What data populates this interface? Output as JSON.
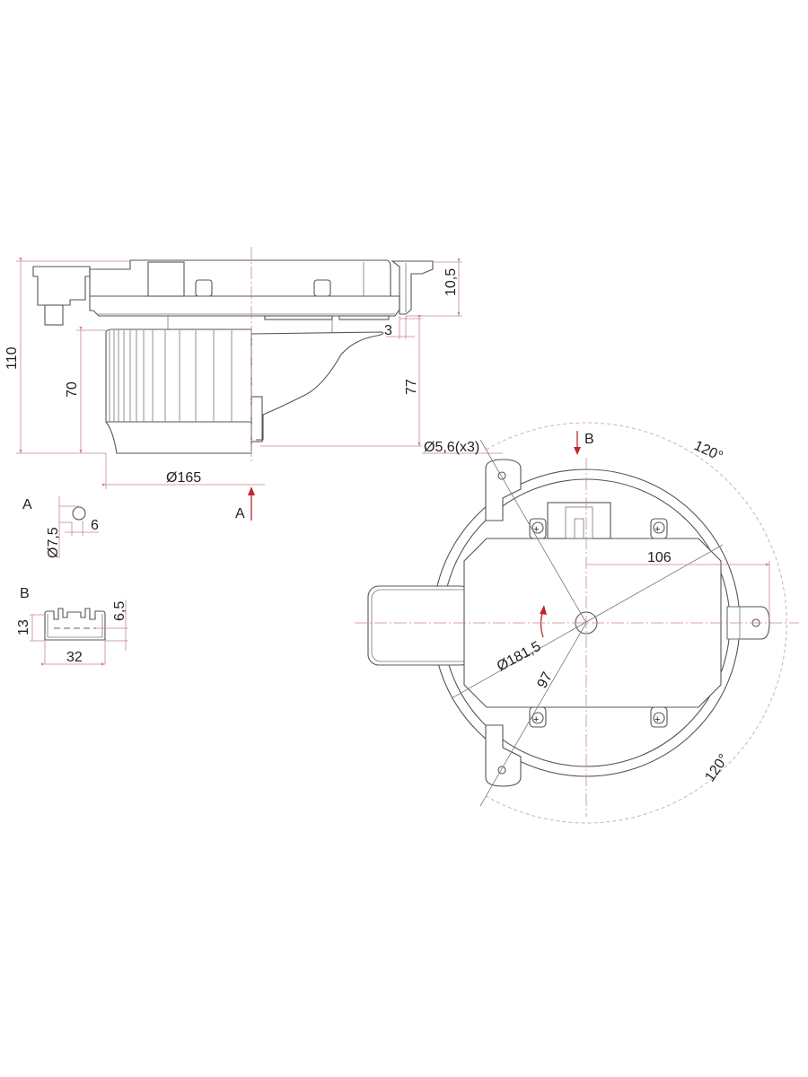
{
  "drawing": {
    "side_view": {
      "dim_total_height": "110",
      "dim_wheel_height": "70",
      "dim_motor_height": "77",
      "dim_flange": "10,5",
      "dim_flange_thickness": "3",
      "dim_wheel_diameter": "Ø165",
      "dim_hole": "Ø5,6(x3)",
      "view_arrow_label": "A"
    },
    "detail_a": {
      "title": "A",
      "dim_diameter": "Ø7,5",
      "dim_width": "6"
    },
    "detail_b": {
      "title": "B",
      "dim_height": "13",
      "dim_width": "32",
      "dim_offset": "6,5"
    },
    "bottom_view": {
      "view_arrow_label": "B",
      "dim_angle_top": "120°",
      "dim_angle_bottom": "120°",
      "dim_offset": "106",
      "dim_bolt_circle": "Ø181,5",
      "dim_radius": "97"
    },
    "colors": {
      "line": "#555555",
      "dimension": "#c9858e",
      "arrow": "#c0282e"
    }
  }
}
